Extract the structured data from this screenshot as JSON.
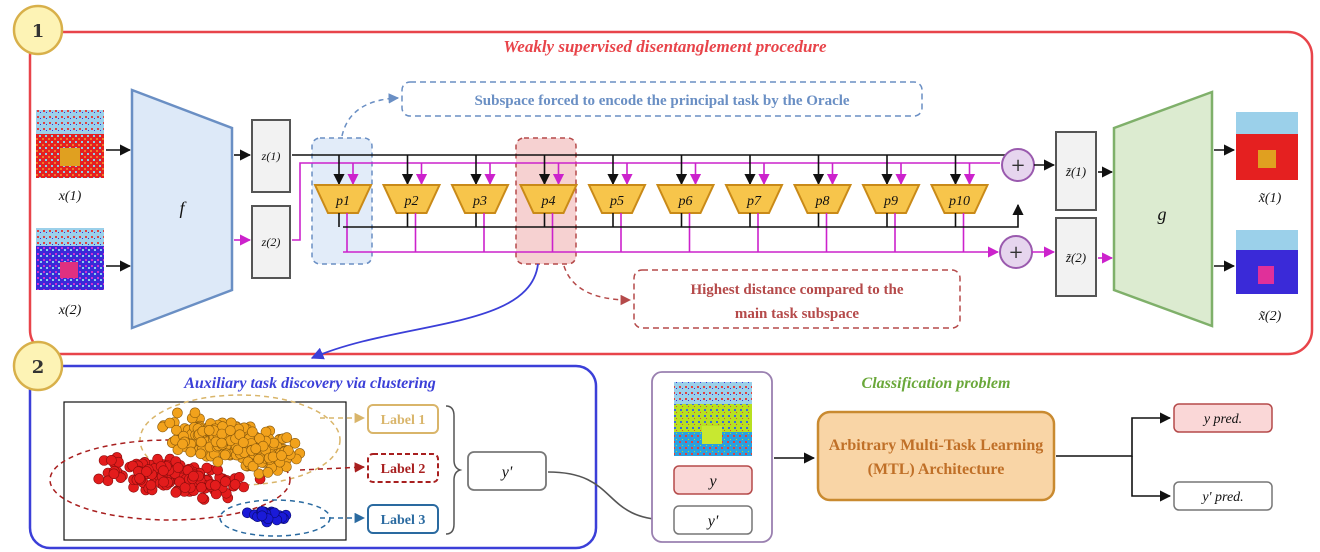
{
  "panel1": {
    "badge": "1",
    "title": "Weakly supervised disentanglement procedure",
    "inputs": [
      "x(1)",
      "x(2)"
    ],
    "encoder": "f",
    "latents": [
      "z(1)",
      "z(2)"
    ],
    "oracle_note": "Subspace forced to encode the principal task by the Oracle",
    "projectors": [
      "p1",
      "p2",
      "p3",
      "p4",
      "p5",
      "p6",
      "p7",
      "p8",
      "p9",
      "p10"
    ],
    "plus_symbol": "+",
    "recon_latents": [
      "z̃(1)",
      "z̃(2)"
    ],
    "decoder": "g",
    "outputs": [
      "x̃(1)",
      "x̃(2)"
    ],
    "distance_note_line1": "Highest distance compared to the",
    "distance_note_line2": "main task subspace"
  },
  "panel2": {
    "badge": "2",
    "title": "Auxiliary task discovery via clustering",
    "labels": [
      "Label 1",
      "Label 2",
      "Label 3"
    ],
    "aux_target": "y'"
  },
  "panel3": {
    "title": "Classification problem",
    "sample_targets": [
      "y",
      "y'"
    ],
    "mtl_line1": "Arbitrary Multi-Task Learning",
    "mtl_line2": "(MTL) Architecture",
    "predictions": [
      "y pred.",
      "y' pred."
    ]
  },
  "colors": {
    "panel1_border": "#e8444a",
    "panel2_border": "#3b3fd8",
    "badge_fill": "#fdf3b5",
    "badge_border": "#d8b04a",
    "encoder_fill": "#dde9f8",
    "encoder_border": "#6a8fc4",
    "decoder_fill": "#dcebd0",
    "decoder_border": "#7fb06a",
    "projector_fill": "#f7c54b",
    "projector_border": "#c98a18",
    "magenta": "#cc22cc",
    "mtl_fill": "#f9d5a6",
    "mtl_border": "#c98a30",
    "title_green": "#6aa83a",
    "label1": "#d9b56a",
    "label2": "#a81f1f",
    "label3": "#2a6aa0"
  }
}
